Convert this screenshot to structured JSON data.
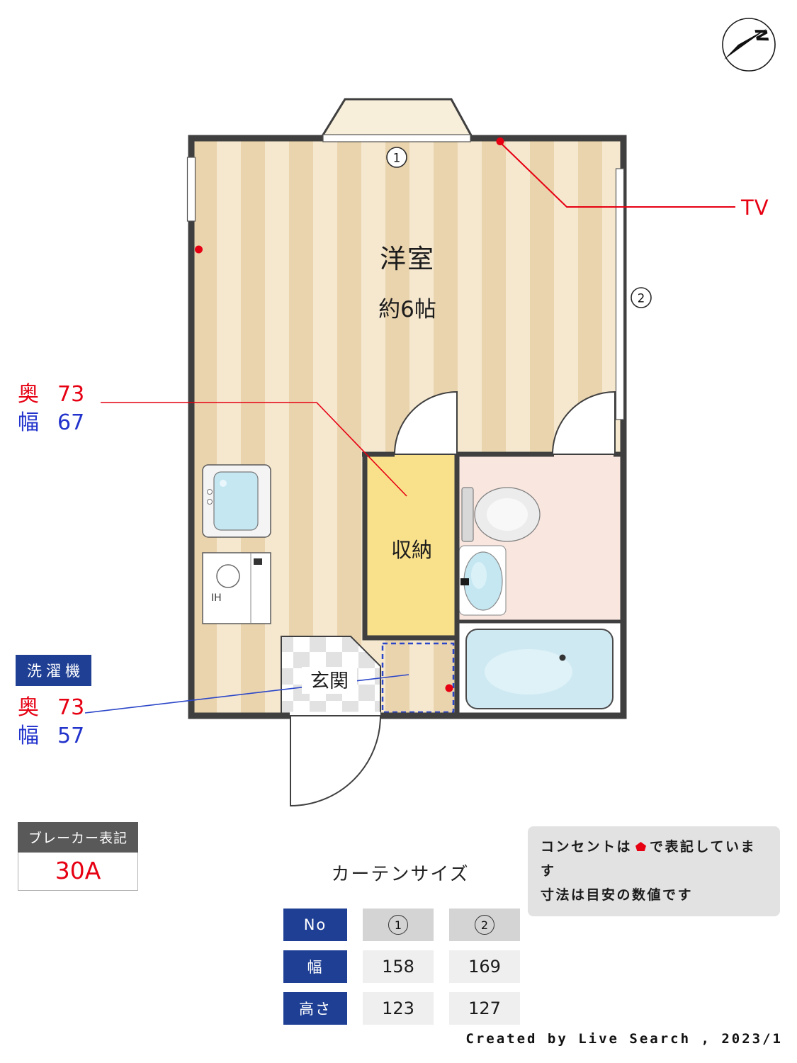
{
  "colors": {
    "accent_red": "#e60012",
    "navy": "#1e3f94",
    "dim_blue": "#2233cc",
    "wall": "#3f3f3f",
    "closet_yellow": "#f9e18c",
    "bathroom_pink": "#f8e6df",
    "tub_blue": "#cfe9f3"
  },
  "compass": {
    "north": "N"
  },
  "plan": {
    "room_name": "洋室",
    "room_size": "約6帖",
    "closet_name": "収納",
    "entrance_name": "玄関",
    "stove_label": "IH",
    "tv_label": "TV",
    "marker_1": "1",
    "marker_2": "2",
    "closet_dims": {
      "depth_label": "奥",
      "depth": "73",
      "width_label": "幅",
      "width": "67"
    },
    "washer": {
      "badge": "洗濯機",
      "depth_label": "奥",
      "depth": "73",
      "width_label": "幅",
      "width": "57"
    }
  },
  "breaker": {
    "title": "ブレーカー表記",
    "value": "30A"
  },
  "curtain": {
    "title": "カーテンサイズ",
    "row_headers": [
      "No",
      "幅",
      "高さ"
    ],
    "columns": [
      {
        "no": "1",
        "width": "158",
        "height": "123"
      },
      {
        "no": "2",
        "width": "169",
        "height": "127"
      }
    ]
  },
  "legend": {
    "line1_before": "コンセントは",
    "line1_after": "で表記しています",
    "line2": "寸法は目安の数値です"
  },
  "credit": "Created by Live Search , 2023/1"
}
